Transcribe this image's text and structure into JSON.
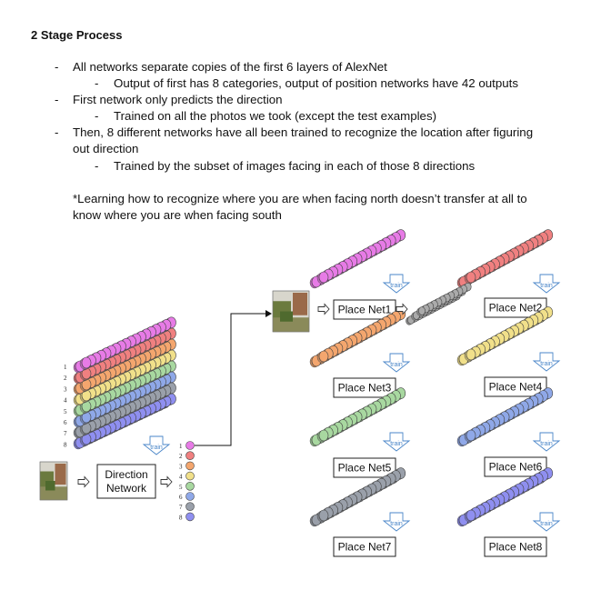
{
  "title": "2 Stage Process",
  "bullets": [
    {
      "level": 1,
      "text": "All networks separate copies of the first 6 layers of AlexNet"
    },
    {
      "level": 2,
      "text": "Output of first has 8 categories, output of position networks have 42 outputs"
    },
    {
      "level": 1,
      "text": "First network only predicts the direction"
    },
    {
      "level": 2,
      "text": "Trained on all the photos we took (except the test examples)"
    },
    {
      "level": 1,
      "text_line1": "Then, 8 different networks have all been trained to recognize the location after figuring",
      "text_line2": "out direction"
    },
    {
      "level": 2,
      "text": "Trained by the subset of images facing in each of those 8 directions"
    }
  ],
  "note": {
    "line1": "*Learning how to recognize where you are when facing north doesn’t transfer at all to",
    "line2": "know where you are when facing south"
  },
  "diagram": {
    "direction_network_label_1": "Direction",
    "direction_network_label_2": "Network",
    "train_label": "train",
    "layer_numbers": [
      "1",
      "2",
      "3",
      "4",
      "5",
      "6",
      "7",
      "8"
    ],
    "layer_colors": [
      "#e77be6",
      "#f08080",
      "#f4a66e",
      "#f1e08a",
      "#a8d8a0",
      "#8fa8e8",
      "#9aa0aa",
      "#8f8ff0"
    ],
    "place_nets": [
      {
        "label": "Place Net1",
        "color": "#e77be6"
      },
      {
        "label": "Place Net2",
        "color": "#f08080"
      },
      {
        "label": "Place Net3",
        "color": "#f4a66e"
      },
      {
        "label": "Place Net4",
        "color": "#f1e08a"
      },
      {
        "label": "Place Net5",
        "color": "#a8d8a0"
      },
      {
        "label": "Place Net6",
        "color": "#8fa8e8"
      },
      {
        "label": "Place Net7",
        "color": "#9aa0aa"
      },
      {
        "label": "Place Net8",
        "color": "#8f8ff0"
      }
    ],
    "mini_output_color": "#777777"
  }
}
